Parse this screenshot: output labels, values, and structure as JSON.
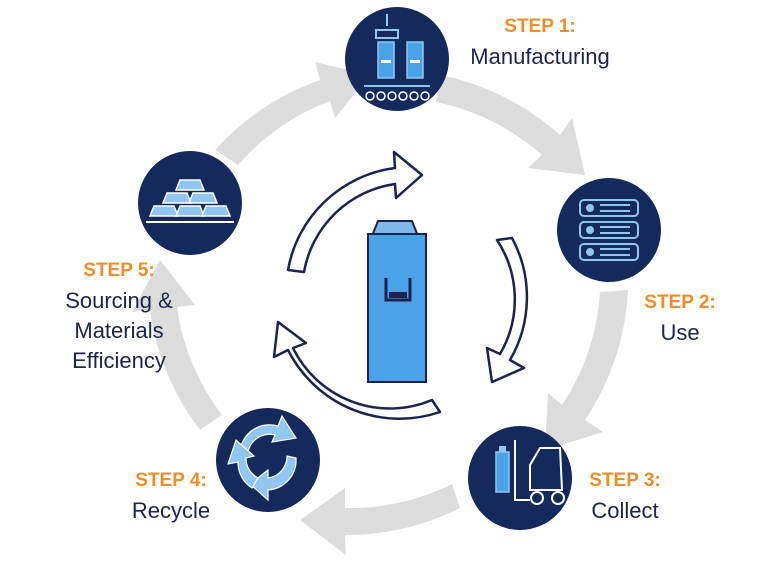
{
  "colors": {
    "accent": "#f28c28",
    "text": "#1b2450",
    "circle": "#152a5c",
    "icon_light": "#8fc6f2",
    "battery": "#4aa3e8",
    "ring": "#d9d9d9"
  },
  "steps": [
    {
      "step": "STEP 1:",
      "lines": [
        "Manufacturing"
      ],
      "icon": "factory-conveyor-icon"
    },
    {
      "step": "STEP 2:",
      "lines": [
        "Use"
      ],
      "icon": "server-rack-icon"
    },
    {
      "step": "STEP 3:",
      "lines": [
        "Collect"
      ],
      "icon": "forklift-icon"
    },
    {
      "step": "STEP 4:",
      "lines": [
        "Recycle"
      ],
      "icon": "recycle-icon"
    },
    {
      "step": "STEP 5:",
      "lines": [
        "Sourcing &",
        "Materials",
        "Efficiency"
      ],
      "icon": "gold-bars-icon"
    }
  ],
  "center_icon": "battery-icon"
}
